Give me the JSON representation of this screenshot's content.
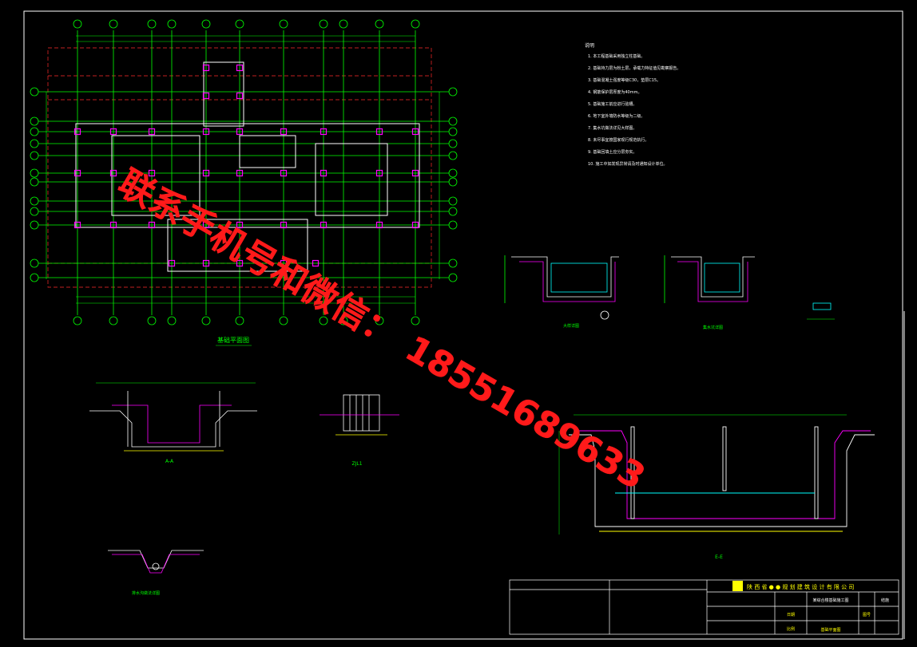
{
  "drawing": {
    "plan_title": "基础平面图",
    "section_aa": "A-A",
    "section_ee": "E-E",
    "detail_zjl": "ZJL1",
    "notes_title": "说明",
    "notes": [
      "1. 本工程基础采用独立柱基础。",
      "2. 基础持力层为粉土层，承载力特征值见勘察报告。",
      "3. 基础混凝土强度等级C30，垫层C15。",
      "4. 钢筋保护层厚度为40mm。",
      "5. 基础施工前应进行验槽。",
      "6. 地下室外墙防水等级为二级。",
      "7. 集水坑做法详见大样图。",
      "8. 未尽事宜按国家现行规范执行。",
      "9. 基础回填土应分层夯实。",
      "10. 施工中如发现异常请及时通知设计单位。"
    ]
  },
  "watermark": {
    "line1": "联系手机号和微信：",
    "line2": "18551689633"
  },
  "title_block": {
    "company": "陕 西 省 ● ● 规 划 建 筑 设 计 有 限 公 司",
    "project": "某综合楼基础施工图",
    "sheet_name": "基础平面图",
    "drawing_no": "结施",
    "sheet_label": "图号",
    "date_label": "日期",
    "scale_label": "比例"
  },
  "colors": {
    "grid": "#00ff00",
    "column": "#ff00ff",
    "dim": "#ff2a2a",
    "wall": "#ffffff",
    "accent": "#00ffff",
    "note": "#ffff00",
    "watermark": "#ff1a1a"
  }
}
